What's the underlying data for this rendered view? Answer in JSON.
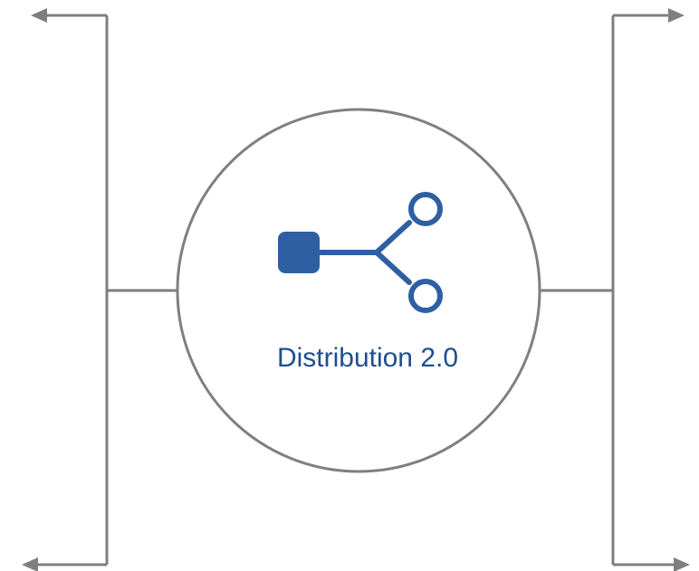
{
  "hub": {
    "label": "Distribution 2.0",
    "icon": "share-distribution-icon"
  },
  "colors": {
    "connector": "#7f7f7f",
    "icon": "#2e5fa3",
    "label": "#1f4e8c",
    "background": "#ffffff"
  },
  "connectors": [
    {
      "side": "left",
      "branches": [
        "top-left-arrow",
        "bottom-left-arrow"
      ]
    },
    {
      "side": "right",
      "branches": [
        "top-right-arrow",
        "bottom-right-arrow"
      ]
    }
  ]
}
